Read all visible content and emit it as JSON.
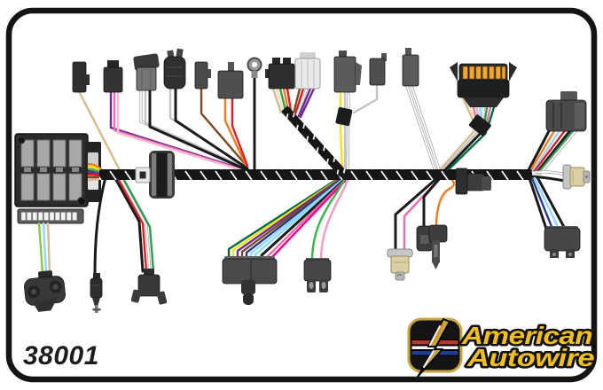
{
  "card": {
    "part_number": "38001"
  },
  "brand": {
    "name_line1": "American",
    "name_line2": "Autowire"
  },
  "harness": {
    "components": [
      "fuse-box",
      "main-trunk-loom",
      "firewall-grommet",
      "bulkhead-connector",
      "ring-terminal",
      "chrome-connector",
      "flasher-relay",
      "bulb-socket-right",
      "bulb-socket-center",
      "temperature-sensor-connector",
      "dash-multi-connector",
      "two-pin-connector",
      "bullet-connector",
      "four-wire-connector",
      "fuse-box-lower-plug",
      "rear-body-connector",
      "accessory-connectors"
    ]
  },
  "palette": {
    "black": "#1A1A1A",
    "tan": "#D8B88E",
    "cream": "#EFE3C4",
    "brown": "#7B4A21",
    "orange": "#F47B20",
    "red": "#E31B23",
    "yellow": "#F7E017",
    "purple": "#6B2D90",
    "pink": "#F06EAA",
    "light_pink": "#F7BCD6",
    "magenta": "#EC008C",
    "rose_pink": "#F49AC1",
    "white_wire": "#FFFFFF",
    "wire_outline": "#ABABAB",
    "silver": "#C4C4C4",
    "green": "#2E9E4F",
    "kelly_green": "#39B54A",
    "dark_green": "#00693E",
    "light_green": "#8CC63E",
    "light_blue": "#8ED8F8",
    "blue": "#2B3990",
    "trunk_black": "#161616",
    "amber_pin": "#F0A830",
    "socket_beige": "#D9CFA4",
    "chrome": "#E9E9E9",
    "logo_gold": "#C9A43C",
    "logo_text_gold": "#F2C01E",
    "logo_red": "#B03A2E",
    "logo_blue": "#1F3E8F",
    "logo_white": "#F2F2F2"
  }
}
